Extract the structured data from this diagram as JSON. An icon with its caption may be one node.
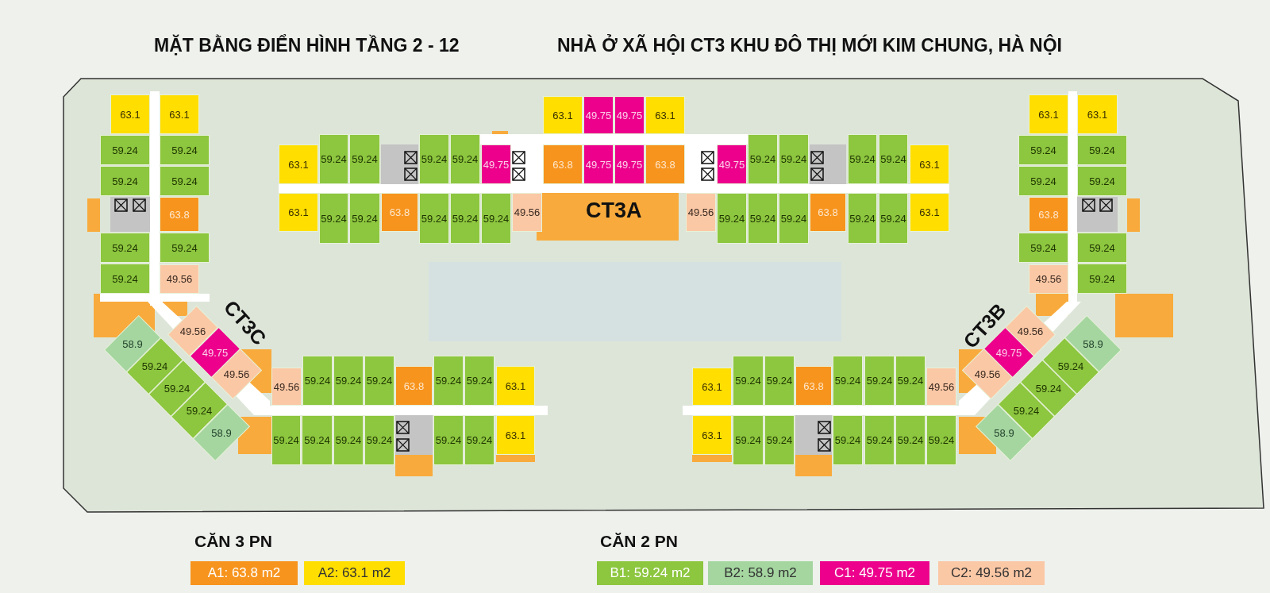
{
  "diagram": {
    "title": "MẶT BẰNG ĐIỂN HÌNH TẦNG 2 - 12",
    "nodes": [
      {
        "text": [
          "63.1"
        ]
      },
      {
        "text": [
          "63.1"
        ]
      },
      {
        "text": [
          "59.24"
        ]
      },
      {
        "text": [
          "59.24"
        ]
      },
      {
        "text": [
          "59.24"
        ]
      },
      {
        "text": [
          "59.24"
        ]
      },
      {
        "text": [
          "63.8"
        ]
      },
      {
        "text": [
          "59.24"
        ]
      },
      {
        "text": [
          "59.24"
        ]
      },
      {
        "text": [
          "59.24"
        ]
      },
      {
        "text": [
          "49.56"
        ]
      },
      {
        "text": [
          "63.1"
        ]
      },
      {
        "text": [
          "49.75"
        ]
      },
      {
        "text": [
          "49.75"
        ]
      },
      {
        "text": [
          "63.1"
        ]
      },
      {
        "text": [
          "63.1"
        ]
      },
      {
        "text": [
          "59.24"
        ]
      },
      {
        "text": [
          "59.24"
        ]
      },
      {
        "text": [
          "59.24"
        ]
      },
      {
        "text": [
          "59.24"
        ]
      },
      {
        "text": [
          "49.75"
        ]
      },
      {
        "text": [
          "63.8"
        ]
      },
      {
        "text": [
          "49.75"
        ]
      },
      {
        "text": [
          "49.75"
        ]
      },
      {
        "text": [
          "63.8"
        ]
      },
      {
        "text": [
          "49.75"
        ]
      },
      {
        "text": [
          "59.24"
        ]
      },
      {
        "text": [
          "59.24"
        ]
      },
      {
        "text": [
          "59.24"
        ]
      },
      {
        "text": [
          "59.24"
        ]
      },
      {
        "text": [
          "63.1"
        ]
      },
      {
        "text": [
          "63.1"
        ]
      },
      {
        "text": [
          "59.24"
        ]
      },
      {
        "text": [
          "59.24"
        ]
      },
      {
        "text": [
          "63.8"
        ]
      },
      {
        "text": [
          "59.24"
        ]
      },
      {
        "text": [
          "59.24"
        ]
      },
      {
        "text": [
          "59.24"
        ]
      },
      {
        "text": [
          "49.56"
        ]
      },
      {
        "text": [
          "49.56"
        ]
      },
      {
        "text": [
          "59.24"
        ]
      },
      {
        "text": [
          "59.24"
        ]
      },
      {
        "text": [
          "59.24"
        ]
      },
      {
        "text": [
          "63.8"
        ]
      },
      {
        "text": [
          "59.24"
        ]
      },
      {
        "text": [
          "59.24"
        ]
      },
      {
        "text": [
          "63.1"
        ]
      },
      {
        "text": [
          "63.1"
        ]
      },
      {
        "text": [
          "63.1"
        ]
      },
      {
        "text": [
          "59.24"
        ]
      },
      {
        "text": [
          "59.24"
        ]
      },
      {
        "text": [
          "59.24"
        ]
      },
      {
        "text": [
          "59.24"
        ]
      },
      {
        "text": [
          "63.8"
        ]
      },
      {
        "text": [
          "59.24"
        ]
      },
      {
        "text": [
          "59.24"
        ]
      },
      {
        "text": [
          "49.56"
        ]
      },
      {
        "text": [
          "59.24"
        ]
      },
      {
        "text": [
          "49.56"
        ]
      },
      {
        "text": [
          "49.75"
        ]
      },
      {
        "text": [
          "49.56"
        ]
      },
      {
        "text": [
          "58.9"
        ]
      },
      {
        "text": [
          "59.24"
        ]
      },
      {
        "text": [
          "59.24"
        ]
      },
      {
        "text": [
          "59.24"
        ]
      },
      {
        "text": [
          "58.9"
        ]
      },
      {
        "text": [
          "49.56"
        ]
      },
      {
        "text": [
          "49.75"
        ]
      },
      {
        "text": [
          "49.56"
        ]
      },
      {
        "text": [
          "58.9"
        ]
      },
      {
        "text": [
          "59.24"
        ]
      },
      {
        "text": [
          "59.24"
        ]
      },
      {
        "text": [
          "59.24"
        ]
      },
      {
        "text": [
          "58.9"
        ]
      },
      {
        "text": [
          "49.56"
        ]
      },
      {
        "text": [
          "59.24"
        ]
      },
      {
        "text": [
          "59.24"
        ]
      },
      {
        "text": [
          "59.24"
        ]
      },
      {
        "text": [
          "63.8"
        ]
      },
      {
        "text": [
          "59.24"
        ]
      },
      {
        "text": [
          "59.24"
        ]
      },
      {
        "text": [
          "63.1"
        ]
      },
      {
        "text": [
          "59.24"
        ]
      },
      {
        "text": [
          "59.24"
        ]
      },
      {
        "text": [
          "59.24"
        ]
      },
      {
        "text": [
          "59.24"
        ]
      },
      {
        "text": [
          "59.24"
        ]
      },
      {
        "text": [
          "59.24"
        ]
      },
      {
        "text": [
          "63.1"
        ]
      },
      {
        "text": [
          "63.1"
        ]
      },
      {
        "text": [
          "59.24"
        ]
      },
      {
        "text": [
          "59.24"
        ]
      },
      {
        "text": [
          "63.8"
        ]
      },
      {
        "text": [
          "59.24"
        ]
      },
      {
        "text": [
          "59.24"
        ]
      },
      {
        "text": [
          "59.24"
        ]
      },
      {
        "text": [
          "49.56"
        ]
      },
      {
        "text": [
          "63.1"
        ]
      },
      {
        "text": [
          "59.24"
        ]
      },
      {
        "text": [
          "59.24"
        ]
      },
      {
        "text": [
          "59.24"
        ]
      },
      {
        "text": [
          "59.24"
        ]
      },
      {
        "text": [
          "59.24"
        ]
      },
      {
        "text": [
          "59.24"
        ]
      }
    ],
    "labels": [
      "NHÀ Ở XÃ HỘI CT3 KHU ĐÔ THỊ MỚI KIM CHUNG, HÀ NỘI",
      "CT3A",
      "CT3C",
      "CT3B",
      "CĂN 3 PN",
      "CĂN 2 PN"
    ],
    "legend": [
      {
        "text": "A1: 63.8 m2",
        "color": "#f7941d"
      },
      {
        "text": "A2: 63.1 m2",
        "color": "#ffde00"
      },
      {
        "text": "B1: 59.24 m2",
        "color": "#8dc63f"
      },
      {
        "text": "B2: 58.9 m2",
        "color": "#a5d6a0"
      },
      {
        "text": "C1: 49.75 m2",
        "color": "#ec008c"
      },
      {
        "text": "C2: 49.56 m2",
        "color": "#fbc8a6"
      }
    ]
  }
}
